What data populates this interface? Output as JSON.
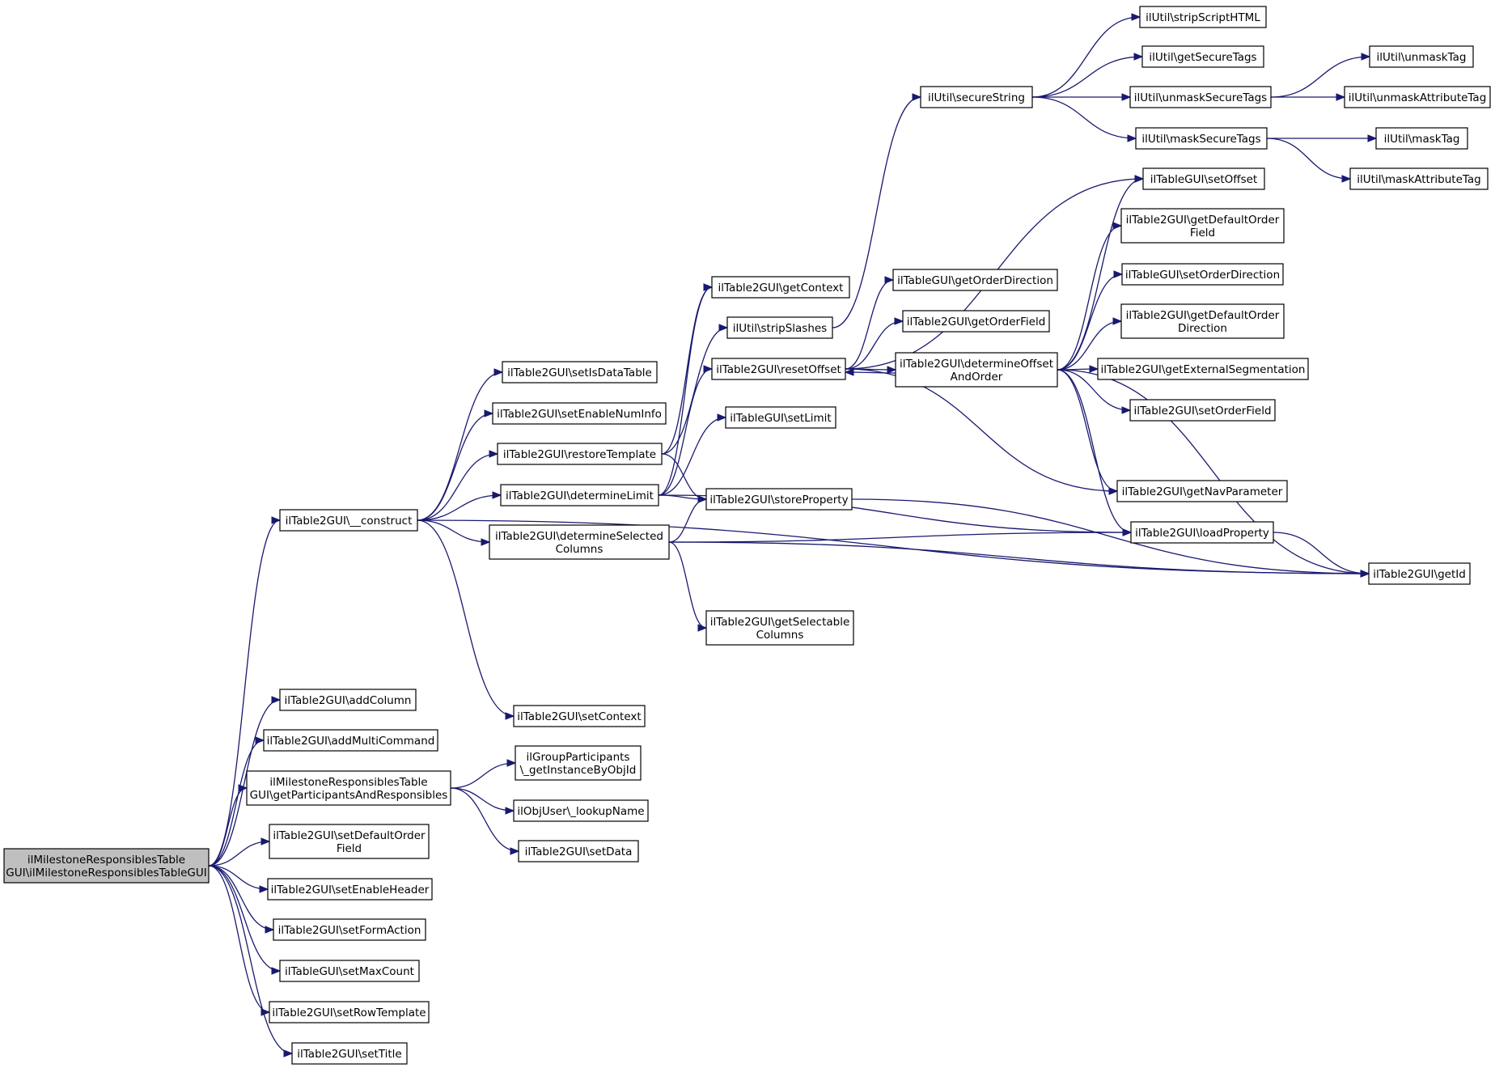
{
  "nodes": [
    {
      "id": "root",
      "lines": [
        "ilMilestoneResponsiblesTable",
        "GUI\\ilMilestoneResponsiblesTableGUI"
      ],
      "root": true
    },
    {
      "id": "construct",
      "lines": [
        "ilTable2GUI\\__construct"
      ]
    },
    {
      "id": "addColumn",
      "lines": [
        "ilTable2GUI\\addColumn"
      ]
    },
    {
      "id": "addMultiCommand",
      "lines": [
        "ilTable2GUI\\addMultiCommand"
      ]
    },
    {
      "id": "getPartResp",
      "lines": [
        "ilMilestoneResponsiblesTable",
        "GUI\\getParticipantsAndResponsibles"
      ]
    },
    {
      "id": "setDefaultOrderField",
      "lines": [
        "ilTable2GUI\\setDefaultOrder",
        "Field"
      ]
    },
    {
      "id": "setEnableHeader",
      "lines": [
        "ilTable2GUI\\setEnableHeader"
      ]
    },
    {
      "id": "setFormAction",
      "lines": [
        "ilTable2GUI\\setFormAction"
      ]
    },
    {
      "id": "setMaxCount",
      "lines": [
        "ilTableGUI\\setMaxCount"
      ]
    },
    {
      "id": "setRowTemplate",
      "lines": [
        "ilTable2GUI\\setRowTemplate"
      ]
    },
    {
      "id": "setTitle",
      "lines": [
        "ilTable2GUI\\setTitle"
      ]
    },
    {
      "id": "setIsDataTable",
      "lines": [
        "ilTable2GUI\\setIsDataTable"
      ]
    },
    {
      "id": "setEnableNumInfo",
      "lines": [
        "ilTable2GUI\\setEnableNumInfo"
      ]
    },
    {
      "id": "restoreTemplate",
      "lines": [
        "ilTable2GUI\\restoreTemplate"
      ]
    },
    {
      "id": "determineLimit",
      "lines": [
        "ilTable2GUI\\determineLimit"
      ]
    },
    {
      "id": "determineSelCols",
      "lines": [
        "ilTable2GUI\\determineSelected",
        "Columns"
      ]
    },
    {
      "id": "setContext",
      "lines": [
        "ilTable2GUI\\setContext"
      ]
    },
    {
      "id": "getInstanceByObjId",
      "lines": [
        "ilGroupParticipants",
        "\\_getInstanceByObjId"
      ]
    },
    {
      "id": "lookupName",
      "lines": [
        "ilObjUser\\_lookupName"
      ]
    },
    {
      "id": "setData",
      "lines": [
        "ilTable2GUI\\setData"
      ]
    },
    {
      "id": "getContext",
      "lines": [
        "ilTable2GUI\\getContext"
      ]
    },
    {
      "id": "stripSlashes",
      "lines": [
        "ilUtil\\stripSlashes"
      ]
    },
    {
      "id": "resetOffset",
      "lines": [
        "ilTable2GUI\\resetOffset"
      ]
    },
    {
      "id": "setLimit",
      "lines": [
        "ilTableGUI\\setLimit"
      ]
    },
    {
      "id": "storeProperty",
      "lines": [
        "ilTable2GUI\\storeProperty"
      ]
    },
    {
      "id": "getSelectableCols",
      "lines": [
        "ilTable2GUI\\getSelectable",
        "Columns"
      ]
    },
    {
      "id": "secureString",
      "lines": [
        "ilUtil\\secureString"
      ]
    },
    {
      "id": "getOrderDirection",
      "lines": [
        "ilTableGUI\\getOrderDirection"
      ]
    },
    {
      "id": "getOrderField",
      "lines": [
        "ilTable2GUI\\getOrderField"
      ]
    },
    {
      "id": "detOffsetOrder",
      "lines": [
        "ilTable2GUI\\determineOffset",
        "AndOrder"
      ]
    },
    {
      "id": "stripScriptHTML",
      "lines": [
        "ilUtil\\stripScriptHTML"
      ]
    },
    {
      "id": "getSecureTags",
      "lines": [
        "ilUtil\\getSecureTags"
      ]
    },
    {
      "id": "unmaskSecureTags",
      "lines": [
        "ilUtil\\unmaskSecureTags"
      ]
    },
    {
      "id": "maskSecureTags",
      "lines": [
        "ilUtil\\maskSecureTags"
      ]
    },
    {
      "id": "setOffset",
      "lines": [
        "ilTableGUI\\setOffset"
      ]
    },
    {
      "id": "getDefaultOrderField",
      "lines": [
        "ilTable2GUI\\getDefaultOrder",
        "Field"
      ]
    },
    {
      "id": "setOrderDirection",
      "lines": [
        "ilTableGUI\\setOrderDirection"
      ]
    },
    {
      "id": "getDefaultOrderDir",
      "lines": [
        "ilTable2GUI\\getDefaultOrder",
        "Direction"
      ]
    },
    {
      "id": "getExtSeg",
      "lines": [
        "ilTable2GUI\\getExternalSegmentation"
      ]
    },
    {
      "id": "setOrderField",
      "lines": [
        "ilTable2GUI\\setOrderField"
      ]
    },
    {
      "id": "getNavParameter",
      "lines": [
        "ilTable2GUI\\getNavParameter"
      ]
    },
    {
      "id": "loadProperty",
      "lines": [
        "ilTable2GUI\\loadProperty"
      ]
    },
    {
      "id": "getId",
      "lines": [
        "ilTable2GUI\\getId"
      ]
    },
    {
      "id": "unmaskTag",
      "lines": [
        "ilUtil\\unmaskTag"
      ]
    },
    {
      "id": "unmaskAttrTag",
      "lines": [
        "ilUtil\\unmaskAttributeTag"
      ]
    },
    {
      "id": "maskTag",
      "lines": [
        "ilUtil\\maskTag"
      ]
    },
    {
      "id": "maskAttrTag",
      "lines": [
        "ilUtil\\maskAttributeTag"
      ]
    }
  ],
  "edges": [
    [
      "root",
      "construct"
    ],
    [
      "root",
      "addColumn"
    ],
    [
      "root",
      "addMultiCommand"
    ],
    [
      "root",
      "getPartResp"
    ],
    [
      "root",
      "setDefaultOrderField"
    ],
    [
      "root",
      "setEnableHeader"
    ],
    [
      "root",
      "setFormAction"
    ],
    [
      "root",
      "setMaxCount"
    ],
    [
      "root",
      "setRowTemplate"
    ],
    [
      "root",
      "setTitle"
    ],
    [
      "construct",
      "setIsDataTable"
    ],
    [
      "construct",
      "setEnableNumInfo"
    ],
    [
      "construct",
      "restoreTemplate"
    ],
    [
      "construct",
      "determineLimit"
    ],
    [
      "construct",
      "determineSelCols"
    ],
    [
      "construct",
      "setContext"
    ],
    [
      "construct",
      "getId"
    ],
    [
      "getPartResp",
      "getInstanceByObjId"
    ],
    [
      "getPartResp",
      "lookupName"
    ],
    [
      "getPartResp",
      "setData"
    ],
    [
      "restoreTemplate",
      "getContext"
    ],
    [
      "restoreTemplate",
      "stripSlashes"
    ],
    [
      "restoreTemplate",
      "storeProperty"
    ],
    [
      "determineLimit",
      "getContext"
    ],
    [
      "determineLimit",
      "resetOffset"
    ],
    [
      "determineLimit",
      "setLimit"
    ],
    [
      "determineLimit",
      "storeProperty"
    ],
    [
      "determineLimit",
      "loadProperty"
    ],
    [
      "determineSelCols",
      "storeProperty"
    ],
    [
      "determineSelCols",
      "getSelectableCols"
    ],
    [
      "determineSelCols",
      "loadProperty"
    ],
    [
      "determineSelCols",
      "getId"
    ],
    [
      "stripSlashes",
      "secureString"
    ],
    [
      "resetOffset",
      "setOffset"
    ],
    [
      "resetOffset",
      "getOrderDirection"
    ],
    [
      "resetOffset",
      "getOrderField"
    ],
    [
      "resetOffset",
      "detOffsetOrder"
    ],
    [
      "resetOffset",
      "getNavParameter"
    ],
    [
      "storeProperty",
      "getId"
    ],
    [
      "secureString",
      "stripScriptHTML"
    ],
    [
      "secureString",
      "getSecureTags"
    ],
    [
      "secureString",
      "unmaskSecureTags"
    ],
    [
      "secureString",
      "maskSecureTags"
    ],
    [
      "detOffsetOrder",
      "resetOffset"
    ],
    [
      "detOffsetOrder",
      "setOffset"
    ],
    [
      "detOffsetOrder",
      "getDefaultOrderField"
    ],
    [
      "detOffsetOrder",
      "setOrderDirection"
    ],
    [
      "detOffsetOrder",
      "getDefaultOrderDir"
    ],
    [
      "detOffsetOrder",
      "getExtSeg"
    ],
    [
      "detOffsetOrder",
      "setOrderField"
    ],
    [
      "detOffsetOrder",
      "getNavParameter"
    ],
    [
      "detOffsetOrder",
      "loadProperty"
    ],
    [
      "detOffsetOrder",
      "getId"
    ],
    [
      "loadProperty",
      "getId"
    ],
    [
      "unmaskSecureTags",
      "unmaskTag"
    ],
    [
      "unmaskSecureTags",
      "unmaskAttrTag"
    ],
    [
      "maskSecureTags",
      "maskTag"
    ],
    [
      "maskSecureTags",
      "maskAttrTag"
    ]
  ]
}
